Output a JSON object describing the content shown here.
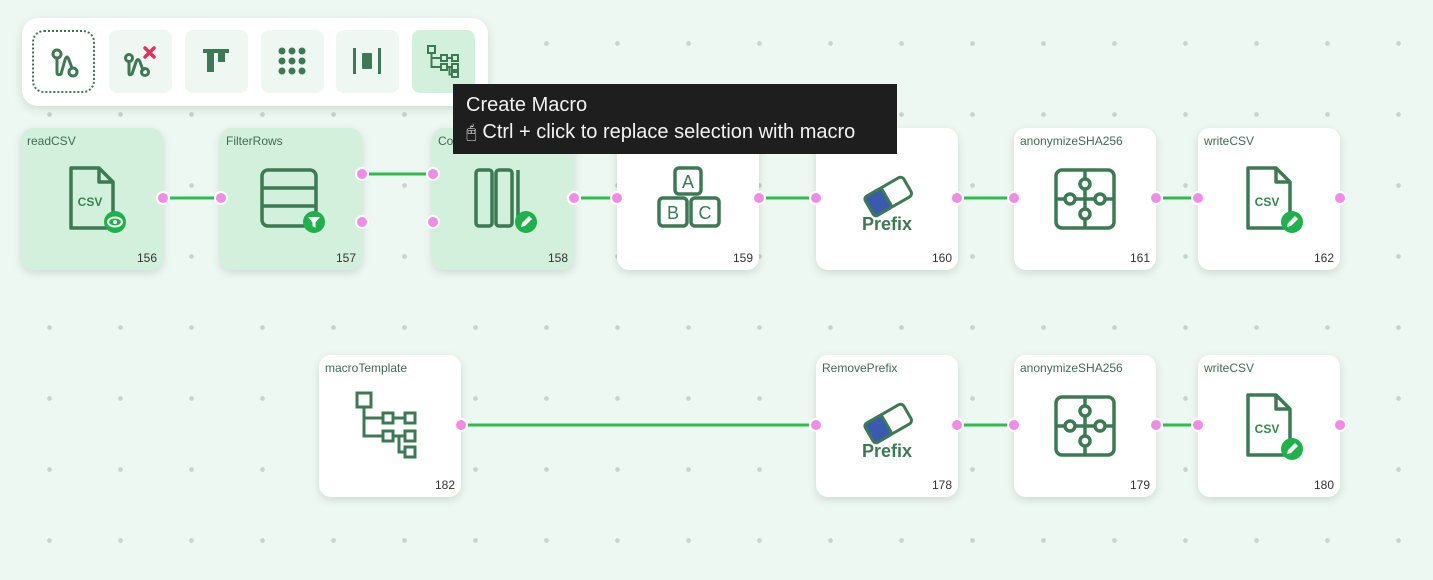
{
  "toolbar": {
    "buttons": [
      {
        "name": "connect-mode-button",
        "icon": "route-icon"
      },
      {
        "name": "disconnect-mode-button",
        "icon": "route-remove-icon"
      },
      {
        "name": "align-top-button",
        "icon": "align-top-icon"
      },
      {
        "name": "grid-layout-button",
        "icon": "grid-dots-icon"
      },
      {
        "name": "distribute-horizontal-button",
        "icon": "distribute-icon"
      },
      {
        "name": "create-macro-button",
        "icon": "tree-icon"
      }
    ]
  },
  "tooltip": {
    "title": "Create Macro",
    "hint": "Ctrl + click to replace selection with macro"
  },
  "nodes": {
    "n156": {
      "title": "readCSV",
      "number": "156"
    },
    "n157": {
      "title": "FilterRows",
      "number": "157"
    },
    "n158": {
      "title": "Co",
      "number": "158"
    },
    "n159": {
      "title": "",
      "number": "159"
    },
    "n160": {
      "title": "",
      "number": "160"
    },
    "n161": {
      "title": "anonymizeSHA256",
      "number": "161"
    },
    "n162": {
      "title": "writeCSV",
      "number": "162"
    },
    "n182": {
      "title": "macroTemplate",
      "number": "182"
    },
    "n178": {
      "title": "RemovePrefix",
      "number": "178"
    },
    "n179": {
      "title": "anonymizeSHA256",
      "number": "179"
    },
    "n180": {
      "title": "writeCSV",
      "number": "180"
    }
  },
  "icons": {
    "csv_label": "CSV",
    "prefix_label": "Prefix",
    "abc": [
      "A",
      "B",
      "C"
    ]
  },
  "colors": {
    "accent": "#3b7a54",
    "edge": "#2ebd4c",
    "port": "#f08ce8",
    "selected_node": "#d3f0dc",
    "badge": "#1db34a",
    "eraser": "#3a5ab0",
    "error_x": "#e2335a"
  }
}
